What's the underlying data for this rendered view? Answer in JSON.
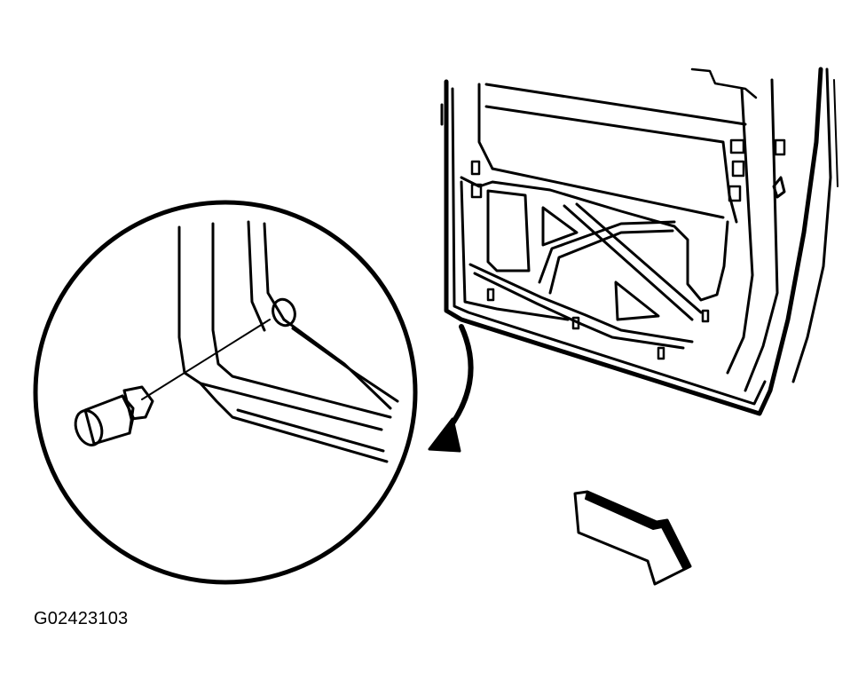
{
  "figure": {
    "caption": "G02423103",
    "colors": {
      "ink": "#000000",
      "background": "#ffffff"
    },
    "icons": [
      "door-panel-illustration",
      "detail-magnifier-circle",
      "callout-arrow-icon",
      "direction-arrow-icon",
      "plug-icon"
    ]
  }
}
